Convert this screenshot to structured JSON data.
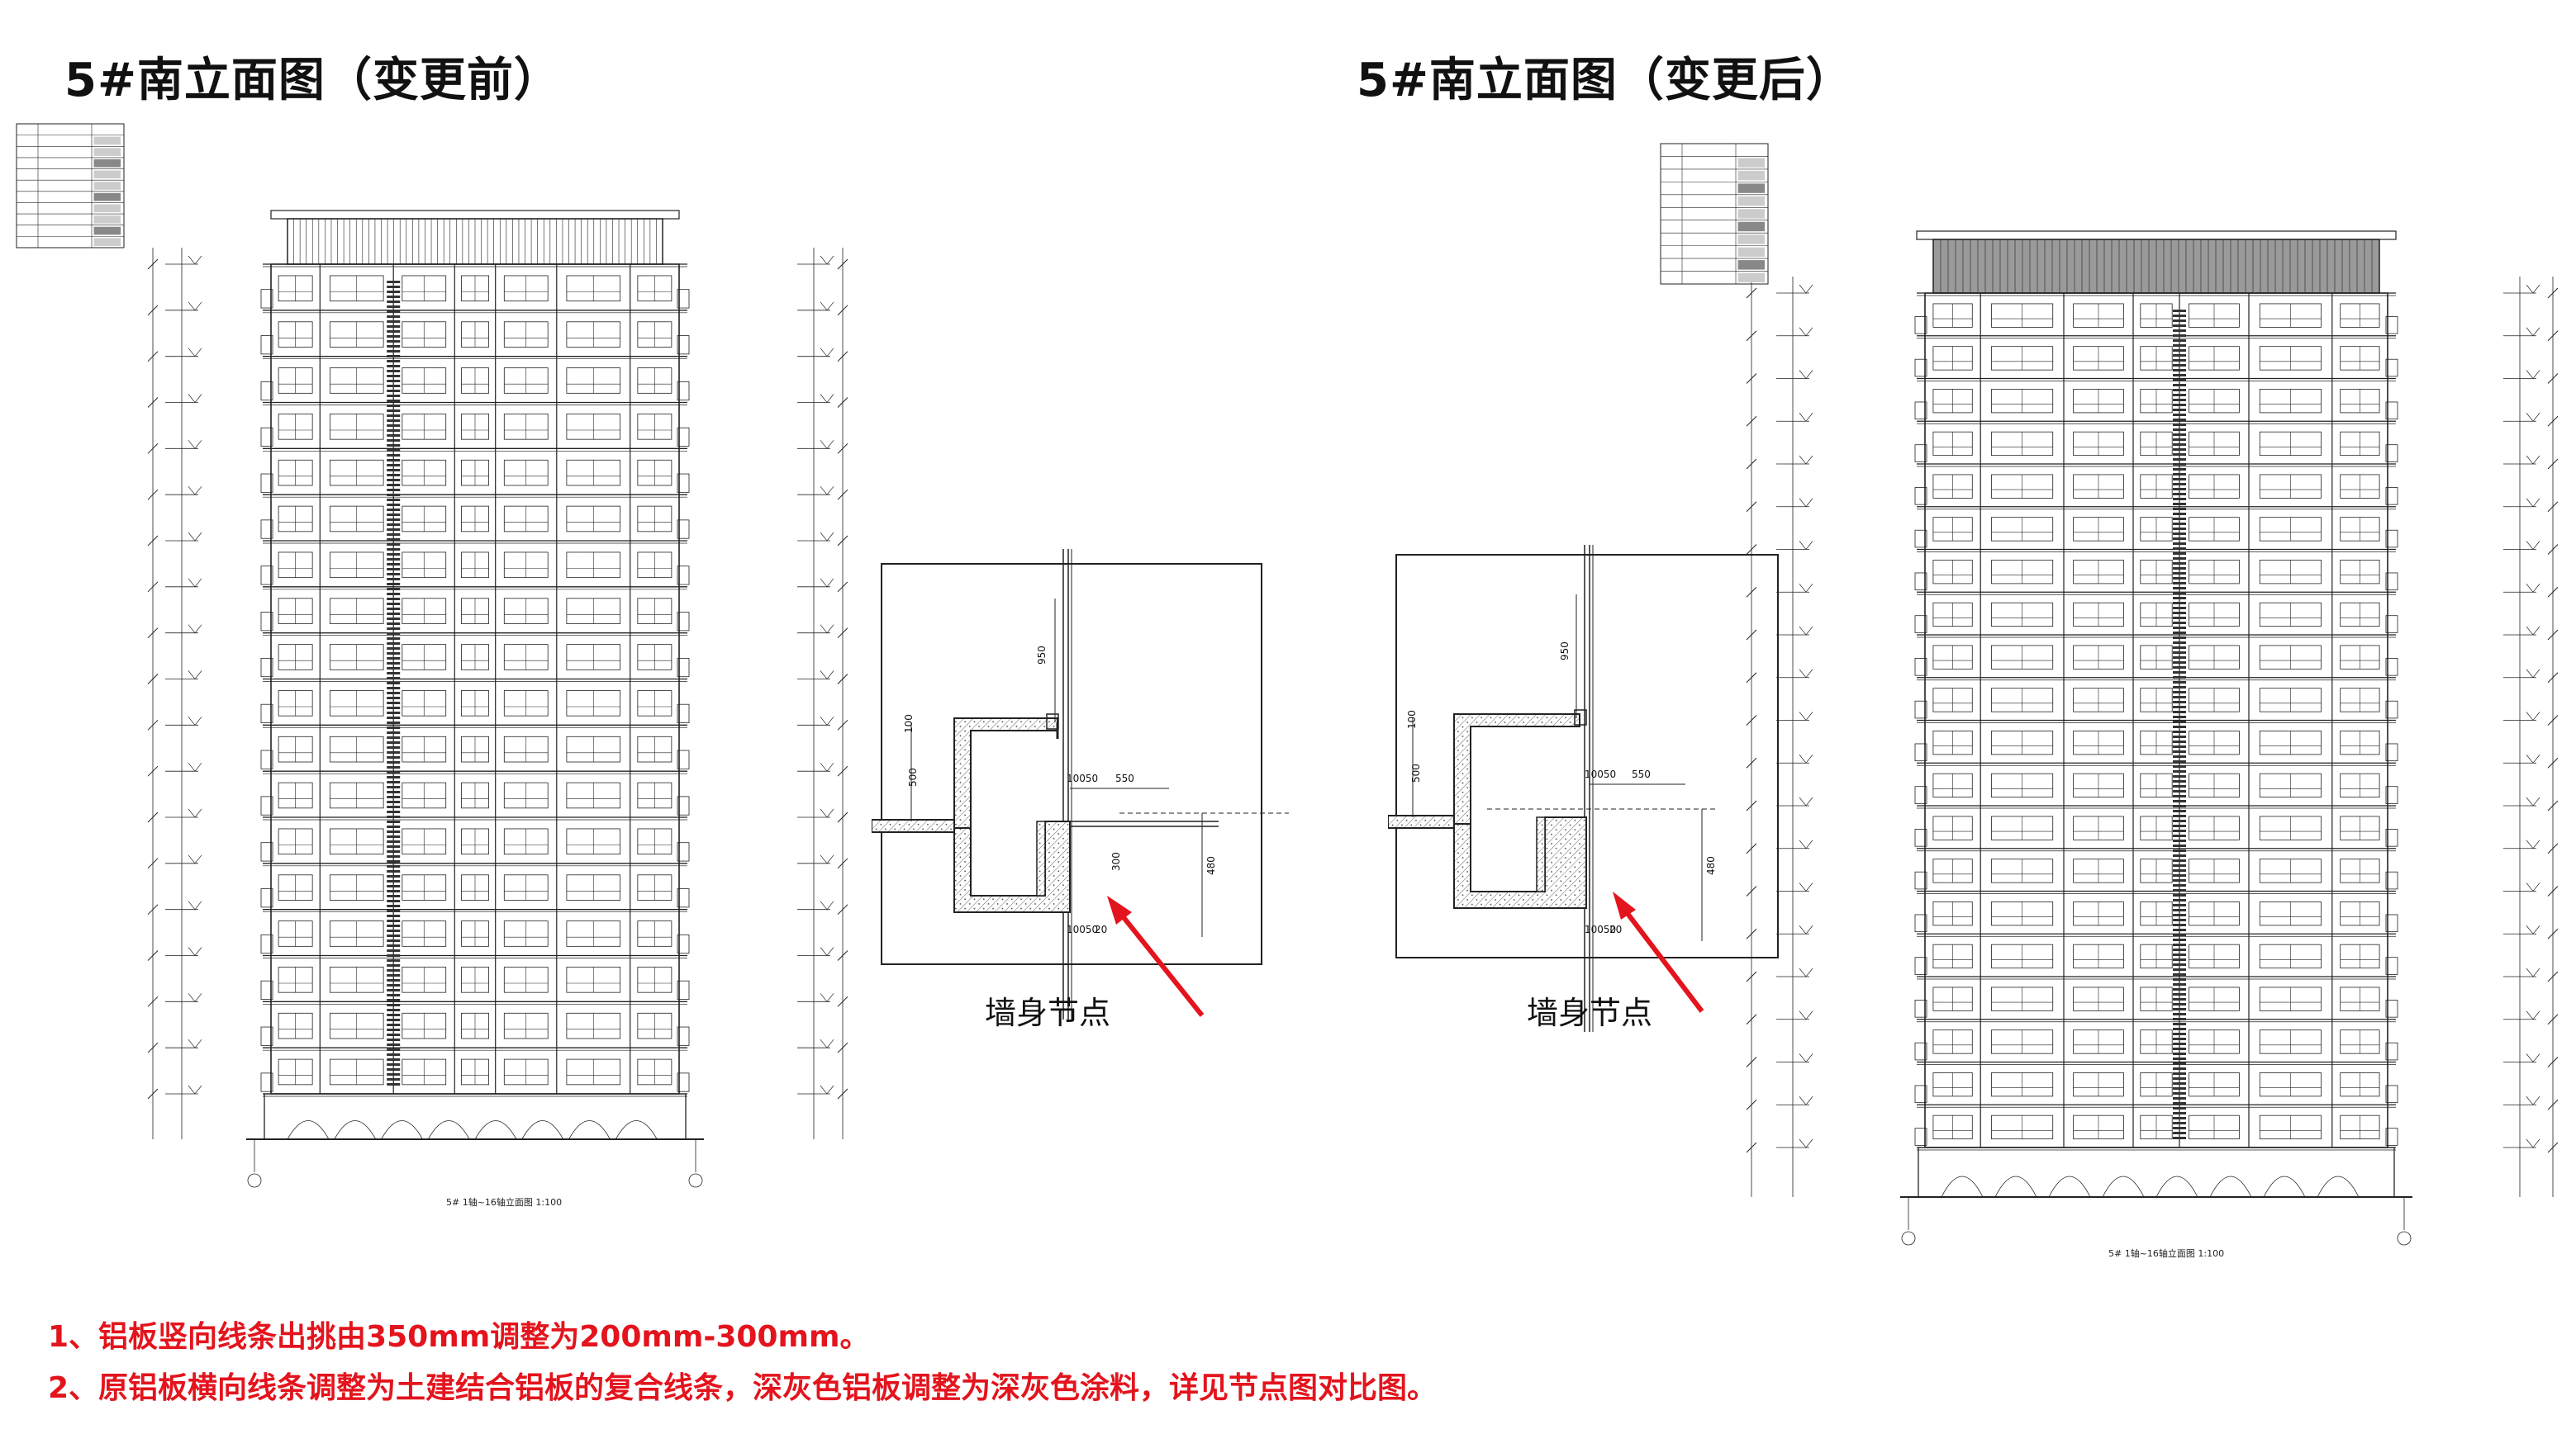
{
  "titles": {
    "before": "5#南立面图（变更前）",
    "after": "5#南立面图（变更后）"
  },
  "details": {
    "left_caption": "墙身节点",
    "right_caption": "墙身节点",
    "dims": {
      "d950": "950",
      "d550": "550",
      "d500": "500",
      "d100": "100",
      "d480": "480",
      "d1050": "10050",
      "d20": "20",
      "d300": "300"
    }
  },
  "sheet_captions": {
    "left": "5# 1轴~16轴立面图 1:100",
    "right": "5# 1轴~16轴立面图 1:100"
  },
  "notes": {
    "line1": "1、铝板竖向线条出挑由350mm调整为200mm-300mm。",
    "line2": "2、原铝板横向线条调整为土建结合铝板的复合线条，深灰色铝板调整为深灰色涂料，详见节点图对比图。"
  },
  "colors": {
    "note": "#e3141d",
    "arrow": "#e3141d",
    "line": "#222222",
    "hatch": "#555555"
  }
}
